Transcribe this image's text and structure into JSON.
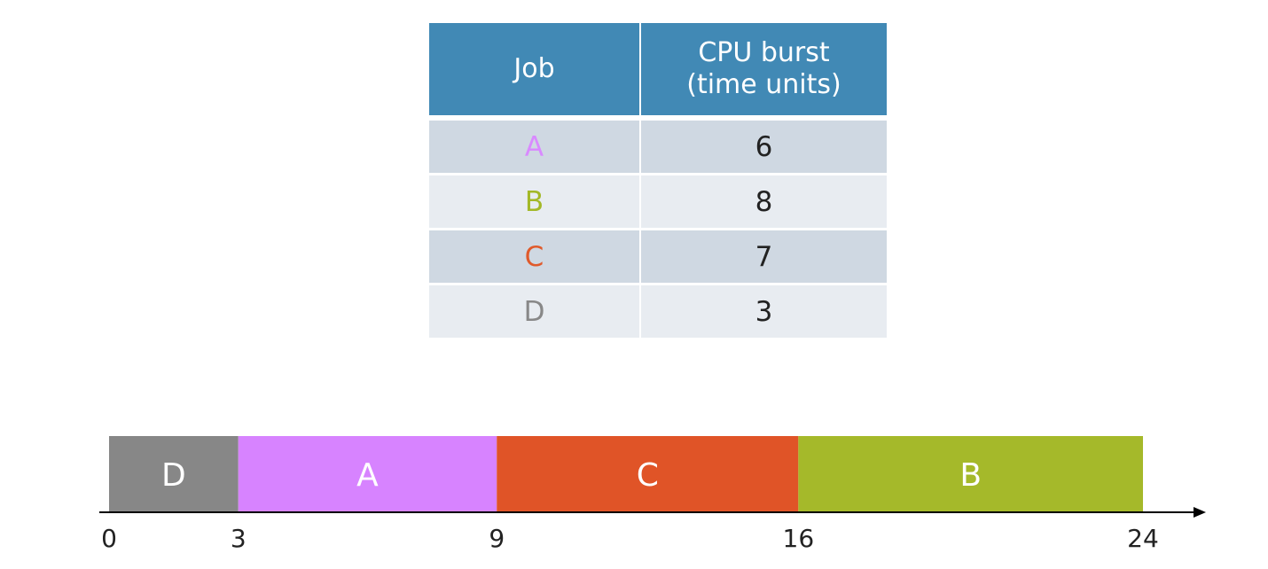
{
  "table": {
    "headers": {
      "job": "Job",
      "burst_line1": "CPU burst",
      "burst_line2": "(time units)"
    },
    "rows": [
      {
        "job": "A",
        "burst": "6",
        "color": "#d98aff"
      },
      {
        "job": "B",
        "burst": "8",
        "color": "#a3b827"
      },
      {
        "job": "C",
        "burst": "7",
        "color": "#e05a2b"
      },
      {
        "job": "D",
        "burst": "3",
        "color": "#888888"
      }
    ]
  },
  "chart_data": {
    "type": "gantt",
    "segments": [
      {
        "label": "D",
        "start": 0,
        "end": 3,
        "color": "#878787"
      },
      {
        "label": "A",
        "start": 3,
        "end": 9,
        "color": "#d783ff"
      },
      {
        "label": "C",
        "start": 9,
        "end": 16,
        "color": "#e05427"
      },
      {
        "label": "B",
        "start": 16,
        "end": 24,
        "color": "#a5b92a"
      }
    ],
    "ticks": [
      0,
      3,
      9,
      16,
      24
    ],
    "xlim": [
      0,
      24
    ]
  }
}
